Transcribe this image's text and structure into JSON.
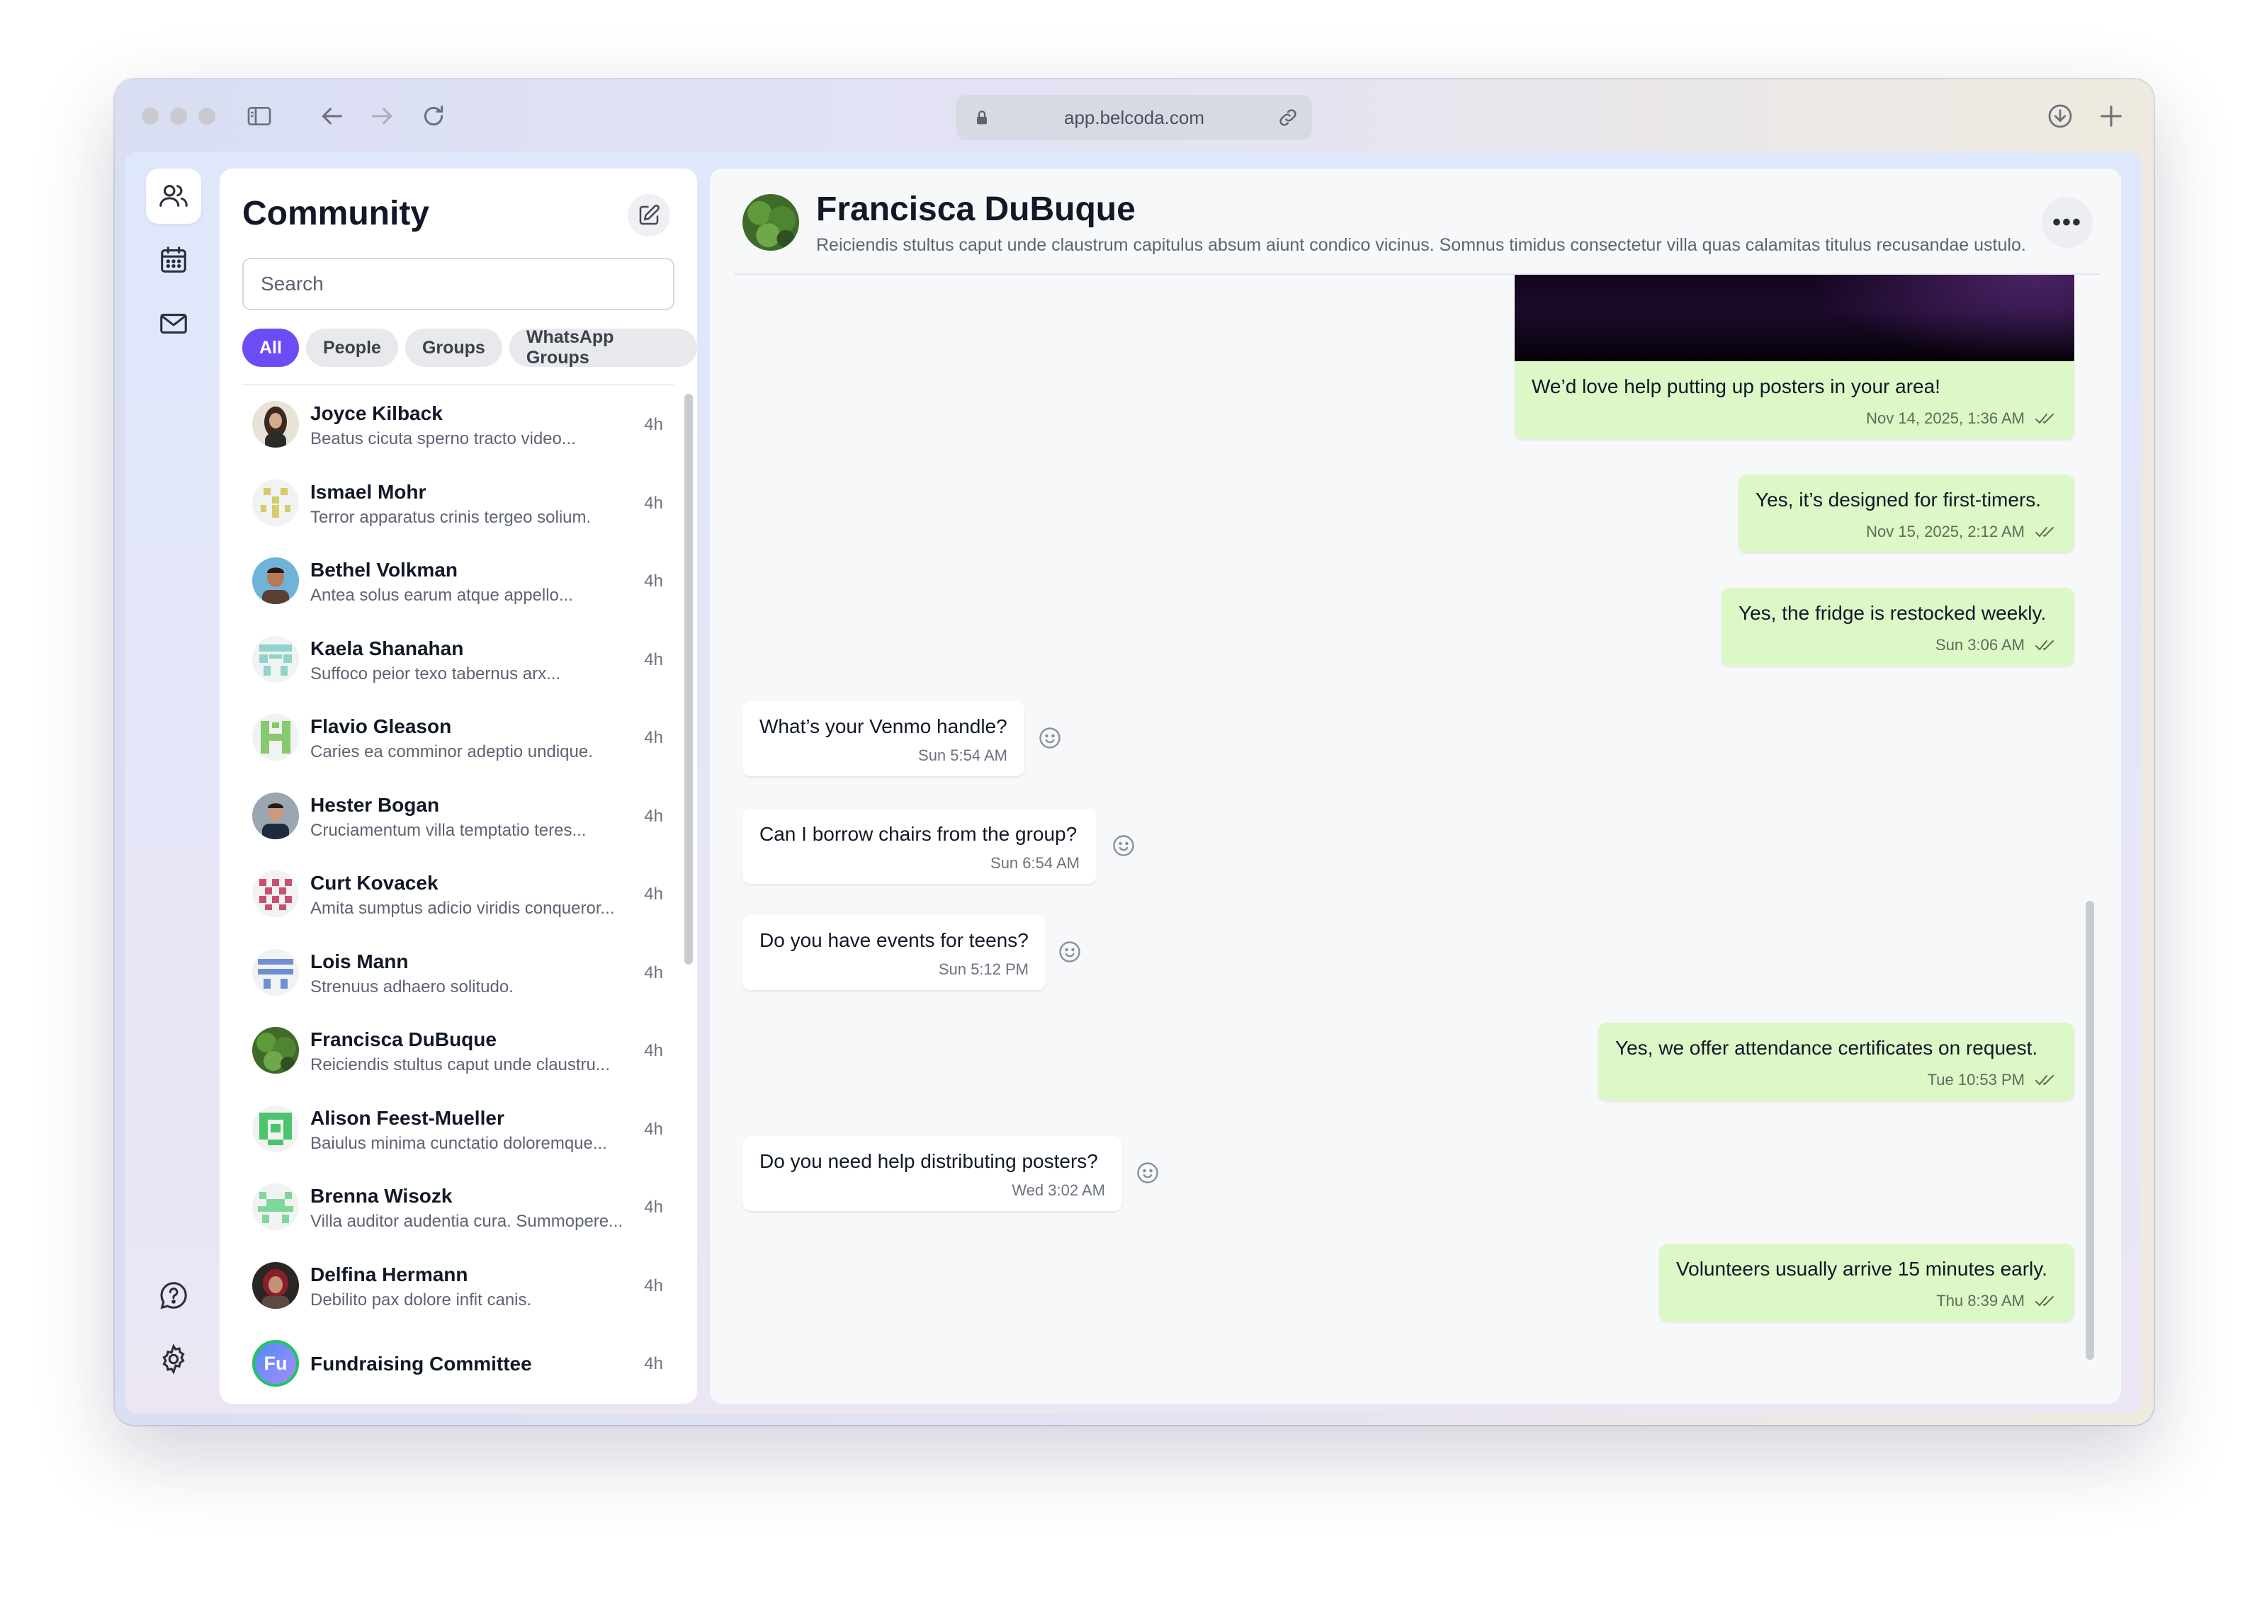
{
  "browser": {
    "url": "app.belcoda.com"
  },
  "rail": {
    "items": [
      "people-icon",
      "calendar-icon",
      "mail-icon"
    ],
    "bottom": [
      "help-icon",
      "gear-icon"
    ]
  },
  "community": {
    "title": "Community",
    "search_placeholder": "Search",
    "filters": [
      "All",
      "People",
      "Groups",
      "WhatsApp Groups"
    ],
    "active_filter": "All",
    "conversations": [
      {
        "name": "Joyce Kilback",
        "preview": "Beatus cicuta sperno tracto video...",
        "time": "4h",
        "avatar": "photo"
      },
      {
        "name": "Ismael Mohr",
        "preview": "Terror apparatus crinis tergeo solium.",
        "time": "4h",
        "avatar": "identicon"
      },
      {
        "name": "Bethel Volkman",
        "preview": "Antea solus earum atque appello...",
        "time": "4h",
        "avatar": "photo"
      },
      {
        "name": "Kaela Shanahan",
        "preview": "Suffoco peior texo tabernus arx...",
        "time": "4h",
        "avatar": "identicon"
      },
      {
        "name": "Flavio Gleason",
        "preview": "Caries ea comminor adeptio undique.",
        "time": "4h",
        "avatar": "identicon"
      },
      {
        "name": "Hester Bogan",
        "preview": "Cruciamentum villa temptatio teres...",
        "time": "4h",
        "avatar": "photo"
      },
      {
        "name": "Curt Kovacek",
        "preview": "Amita sumptus adicio viridis conqueror...",
        "time": "4h",
        "avatar": "identicon"
      },
      {
        "name": "Lois Mann",
        "preview": "Strenuus adhaero solitudo.",
        "time": "4h",
        "avatar": "identicon"
      },
      {
        "name": "Francisca DuBuque",
        "preview": "Reiciendis stultus caput unde claustru...",
        "time": "4h",
        "avatar": "photo"
      },
      {
        "name": "Alison Feest-Mueller",
        "preview": "Baiulus minima cunctatio doloremque...",
        "time": "4h",
        "avatar": "identicon"
      },
      {
        "name": "Brenna Wisozk",
        "preview": "Villa auditor audentia cura. Summopere...",
        "time": "4h",
        "avatar": "identicon"
      },
      {
        "name": "Delfina Hermann",
        "preview": "Debilito pax dolore infit canis.",
        "time": "4h",
        "avatar": "photo"
      },
      {
        "name": "Fundraising Committee",
        "preview": "",
        "time": "4h",
        "avatar": "initials",
        "initials": "Fu"
      }
    ]
  },
  "conversation": {
    "name": "Francisca DuBuque",
    "description": "Reiciendis stultus caput unde claustrum capitulus absum aiunt condico vicinus. Somnus timidus consectetur villa quas calamitas titulus recusandae ustulo.",
    "messages": [
      {
        "direction": "out",
        "text": "We’d love help putting up posters in your area!",
        "time": "Nov 14, 2025, 1:36 AM",
        "has_media": true
      },
      {
        "direction": "out",
        "text": "Yes, it’s designed for first-timers.",
        "time": "Nov 15, 2025, 2:12 AM"
      },
      {
        "direction": "out",
        "text": "Yes, the fridge is restocked weekly.",
        "time": "Sun 3:06 AM"
      },
      {
        "direction": "in",
        "text": "What’s your Venmo handle?",
        "time": "Sun 5:54 AM"
      },
      {
        "direction": "in",
        "text": "Can I borrow chairs from the group?",
        "time": "Sun 6:54 AM"
      },
      {
        "direction": "in",
        "text": "Do you have events for teens?",
        "time": "Sun 5:12 PM"
      },
      {
        "direction": "out",
        "text": "Yes, we offer attendance certificates on request.",
        "time": "Tue 10:53 PM"
      },
      {
        "direction": "in",
        "text": "Do you need help distributing posters?",
        "time": "Wed 3:02 AM"
      },
      {
        "direction": "out",
        "text": "Volunteers usually arrive 15 minutes early.",
        "time": "Thu 8:39 AM"
      }
    ]
  },
  "colors": {
    "accent": "#6b4cf5",
    "outgoing_bubble": "#dcf8c6",
    "incoming_bubble": "#ffffff"
  }
}
